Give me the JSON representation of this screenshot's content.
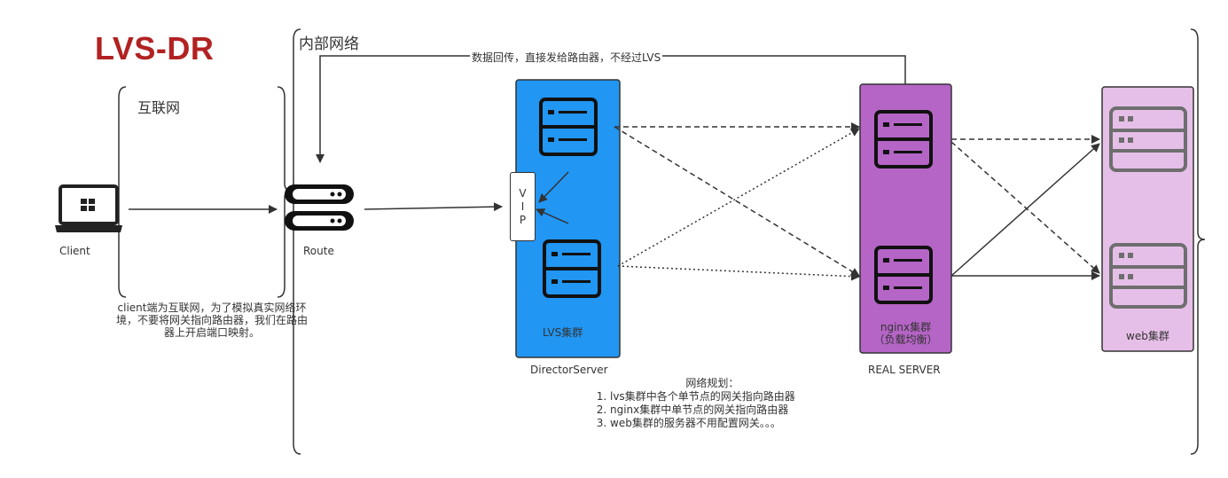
{
  "title": "LVS-DR",
  "regions": {
    "internal": "内部网络",
    "internet": "互联网"
  },
  "return_path_label": "数据回传，直接发给路由器，不经过LVS",
  "nodes": {
    "client": "Client",
    "route": "Route",
    "vip": [
      "V",
      "I",
      "P"
    ],
    "lvs_group": "LVS集群",
    "director": "DirectorServer",
    "nginx_group": [
      "nginx集群",
      "（负载均衡）"
    ],
    "real_server": "REAL SERVER",
    "web_group": "web集群"
  },
  "client_note": [
    "client端为互联网，为了模拟真实网络环",
    "境，不要将网关指向路由器，我们在路由",
    "器上开启端口映射。"
  ],
  "plan": {
    "heading": "网络规划：",
    "items": [
      "lvs集群中各个单节点的网关指向路由器",
      "nginx集群中单节点的网关指向路由器",
      "web集群的服务器不用配置网关。。。"
    ]
  },
  "colors": {
    "title": "#b22222",
    "lvs_box": "#2196f3",
    "nginx_box": "#b565c6",
    "web_box": "#e6bfe8",
    "web_icon": "#6e6e6e"
  },
  "icons": [
    "laptop-icon",
    "router-icon",
    "server-icon"
  ]
}
